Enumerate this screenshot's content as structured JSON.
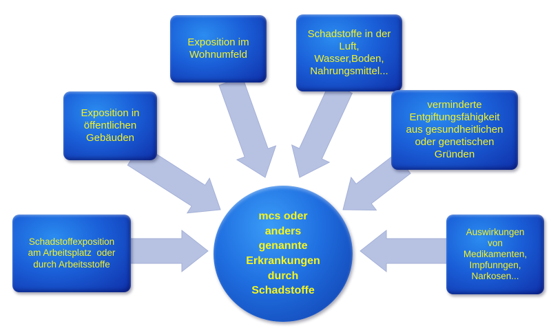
{
  "colors": {
    "box_text": "#f2f22a",
    "arrow": "#b7c2e3",
    "box_blue": "#1a5fd8"
  },
  "center": {
    "lines": [
      "mcs oder",
      "anders",
      "genannte",
      "Erkrankungen",
      "durch",
      "Schadstoffe"
    ]
  },
  "boxes": {
    "public_buildings": {
      "lines": [
        "Exposition in",
        "öffentlichen",
        "Gebäuden"
      ]
    },
    "residential": {
      "lines": [
        "Exposition im",
        "Wohnumfeld"
      ]
    },
    "environment": {
      "lines": [
        "Schadstoffe in der",
        "Luft,",
        "Wasser,Boden,",
        "Nahrungsmittel..."
      ]
    },
    "detox": {
      "lines": [
        "verminderte",
        "Entgiftungsfähigkeit",
        "aus gesundheitlichen",
        "oder genetischen",
        "Gründen"
      ]
    },
    "workplace": {
      "lines": [
        "Schadstoffexposition",
        "am Arbeitsplatz  oder",
        "durch Arbeitsstoffe"
      ]
    },
    "medication": {
      "lines": [
        "Auswirkungen",
        "von",
        "Medikamenten,",
        "Impfunngen,",
        "Narkosen..."
      ]
    }
  }
}
